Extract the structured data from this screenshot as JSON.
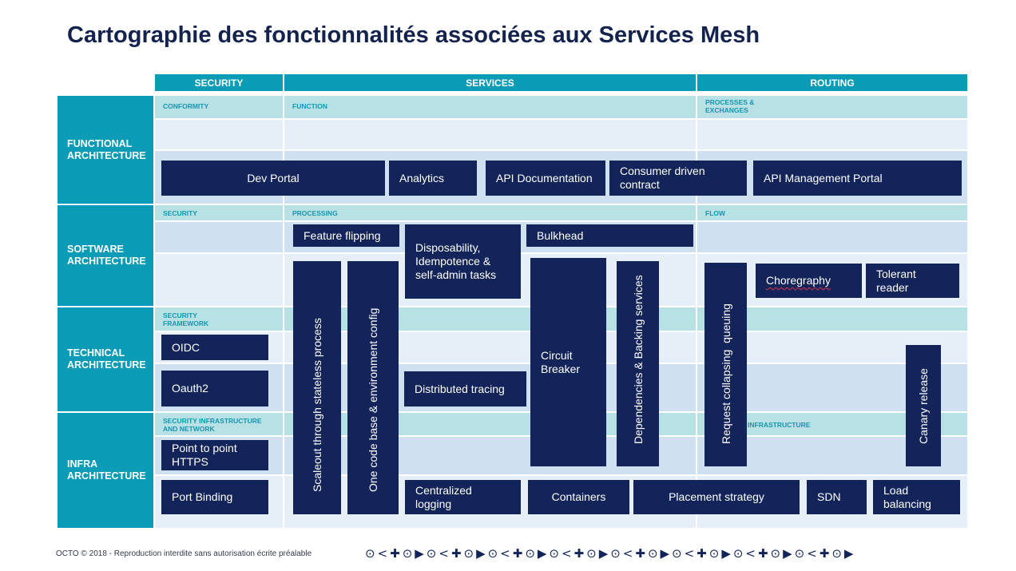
{
  "title": "Cartographie des fonctionnalités associées aux Services Mesh",
  "columns": [
    "SECURITY",
    "SERVICES",
    "ROUTING"
  ],
  "rows": [
    "FUNCTIONAL ARCHITECTURE",
    "SOFTWARE ARCHITECTURE",
    "TECHNICAL ARCHITECTURE",
    "INFRA ARCHITECTURE"
  ],
  "sublabels": {
    "conformity": "CONFORMITY",
    "function": "FUNCTION",
    "processes": "PROCESSES & EXCHANGES",
    "security": "SECURITY",
    "processing": "PROCESSING",
    "flow": "FLOW",
    "security_framework": "SECURITY FRAMEWORK",
    "security_infra": "SECURITY INFRASTRUCTURE AND NETWORK",
    "infrastructure": "INFRASTRUCTURE"
  },
  "boxes": {
    "dev_portal": "Dev Portal",
    "analytics": "Analytics",
    "api_documentation": "API Documentation",
    "consumer_driven_contract": "Consumer driven contract",
    "api_management_portal": "API Management Portal",
    "feature_flipping": "Feature flipping",
    "disposability": "Disposability, Idempotence & self-admin tasks",
    "bulkhead": "Bulkhead",
    "choregraphy": "Choregraphy",
    "tolerant_reader": "Tolerant reader",
    "oidc": "OIDC",
    "oauth2": "Oauth2",
    "distributed_tracing": "Distributed tracing",
    "circuit_breaker": "Circuit Breaker",
    "point_to_point": "Point to point HTTPS",
    "port_binding": "Port Binding",
    "centralized_logging": "Centralized logging",
    "containers": "Containers",
    "placement_strategy": "Placement strategy",
    "sdn": "SDN",
    "load_balancing": "Load balancing",
    "scaleout": "Scaleout through stateless process",
    "one_code_base": "One code base & environment config",
    "dependencies": "Dependencies & Backing services",
    "request_collapsing": "Request collapsing  queuing",
    "canary_release": "Canary release"
  },
  "footer": "OCTO © 2018 - Reproduction interdite sans autorisation écrite préalable",
  "decoration": "⊙<✚⊙▶⊙<✚⊙▶⊙<✚⊙▶⊙<✚⊙▶⊙<✚⊙▶⊙<✚⊙▶⊙<✚⊙▶⊙<✚⊙▶",
  "colors": {
    "navy": "#13245a",
    "teal": "#0a9bb6",
    "light_teal": "#b8e1e6",
    "light_blue": "#cfe1f0",
    "title": "#14234d"
  }
}
